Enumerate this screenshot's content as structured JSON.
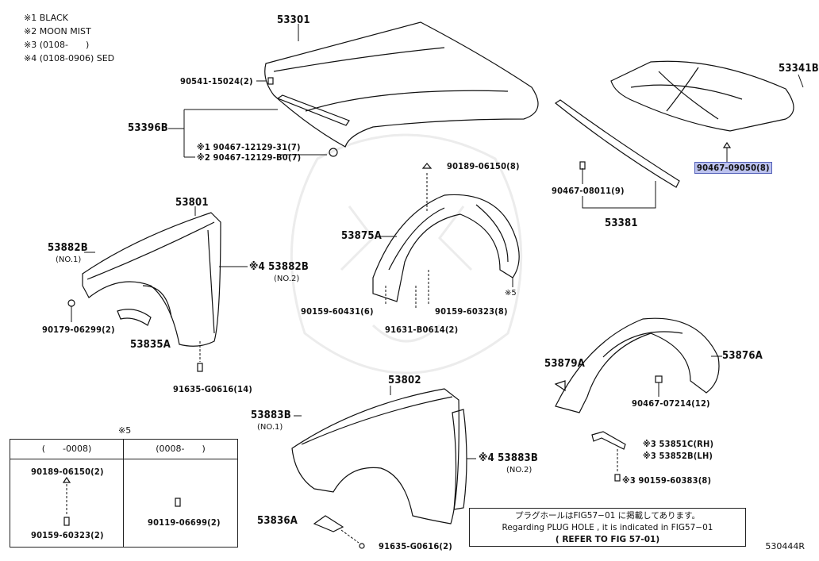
{
  "legend": [
    "※1 BLACK",
    "※2 MOON MIST",
    "※3 (0108-　　)",
    "※4 (0108-0906) SED"
  ],
  "labels": {
    "p53301": "53301",
    "p90541": "90541-15024(2)",
    "p53396B": "53396B",
    "p90467_1": "※1 90467-12129-31(7)",
    "p90467_2": "※2 90467-12129-B0(7)",
    "p53341B": "53341B",
    "p90467_09050": "90467-09050(8)",
    "p90467_08011": "90467-08011(9)",
    "p53381": "53381",
    "p53801": "53801",
    "p53882B_1": "53882B",
    "p53882B_1_sub": "(NO.1)",
    "p53882B_2": "※4 53882B",
    "p53882B_2_sub": "(NO.2)",
    "p90179": "90179-06299(2)",
    "p53835A": "53835A",
    "p91635_14": "91635-G0616(14)",
    "p90189_top": "90189-06150(8)",
    "p53875A": "53875A",
    "p5_mark": "※5",
    "p90159_60431": "90159-60431(6)",
    "p90159_60323": "90159-60323(8)",
    "p91631": "91631-B0614(2)",
    "p53879A": "53879A",
    "p53876A": "53876A",
    "p90467_07214": "90467-07214(12)",
    "p53851C": "※3  53851C(RH)",
    "p53852B": "※3  53852B(LH)",
    "p90159_60383": "※3 90159-60383(8)",
    "p53802": "53802",
    "p53883B_1": "53883B",
    "p53883B_1_sub": "(NO.1)",
    "p53883B_2": "※4 53883B",
    "p53883B_2_sub": "(NO.2)",
    "p53836A": "53836A",
    "p91635_2": "91635-G0616(2)"
  },
  "table": {
    "title": "※5",
    "col1_header": "(　　-0008)",
    "col2_header": "(0008-　　)",
    "col1_part_a": "90189-06150(2)",
    "col1_part_b": "90159-60323(2)",
    "col2_part": "90119-06699(2)"
  },
  "note": {
    "line1": "プラグホールはFIG57−01 に掲載してあります。",
    "line2": "Regarding  PLUG HOLE , it is indicated in FIG57−01",
    "line3": "( REFER TO FIG 57-01)"
  },
  "diagram_code": "530444R",
  "highlight_color": "#bcc2ee"
}
